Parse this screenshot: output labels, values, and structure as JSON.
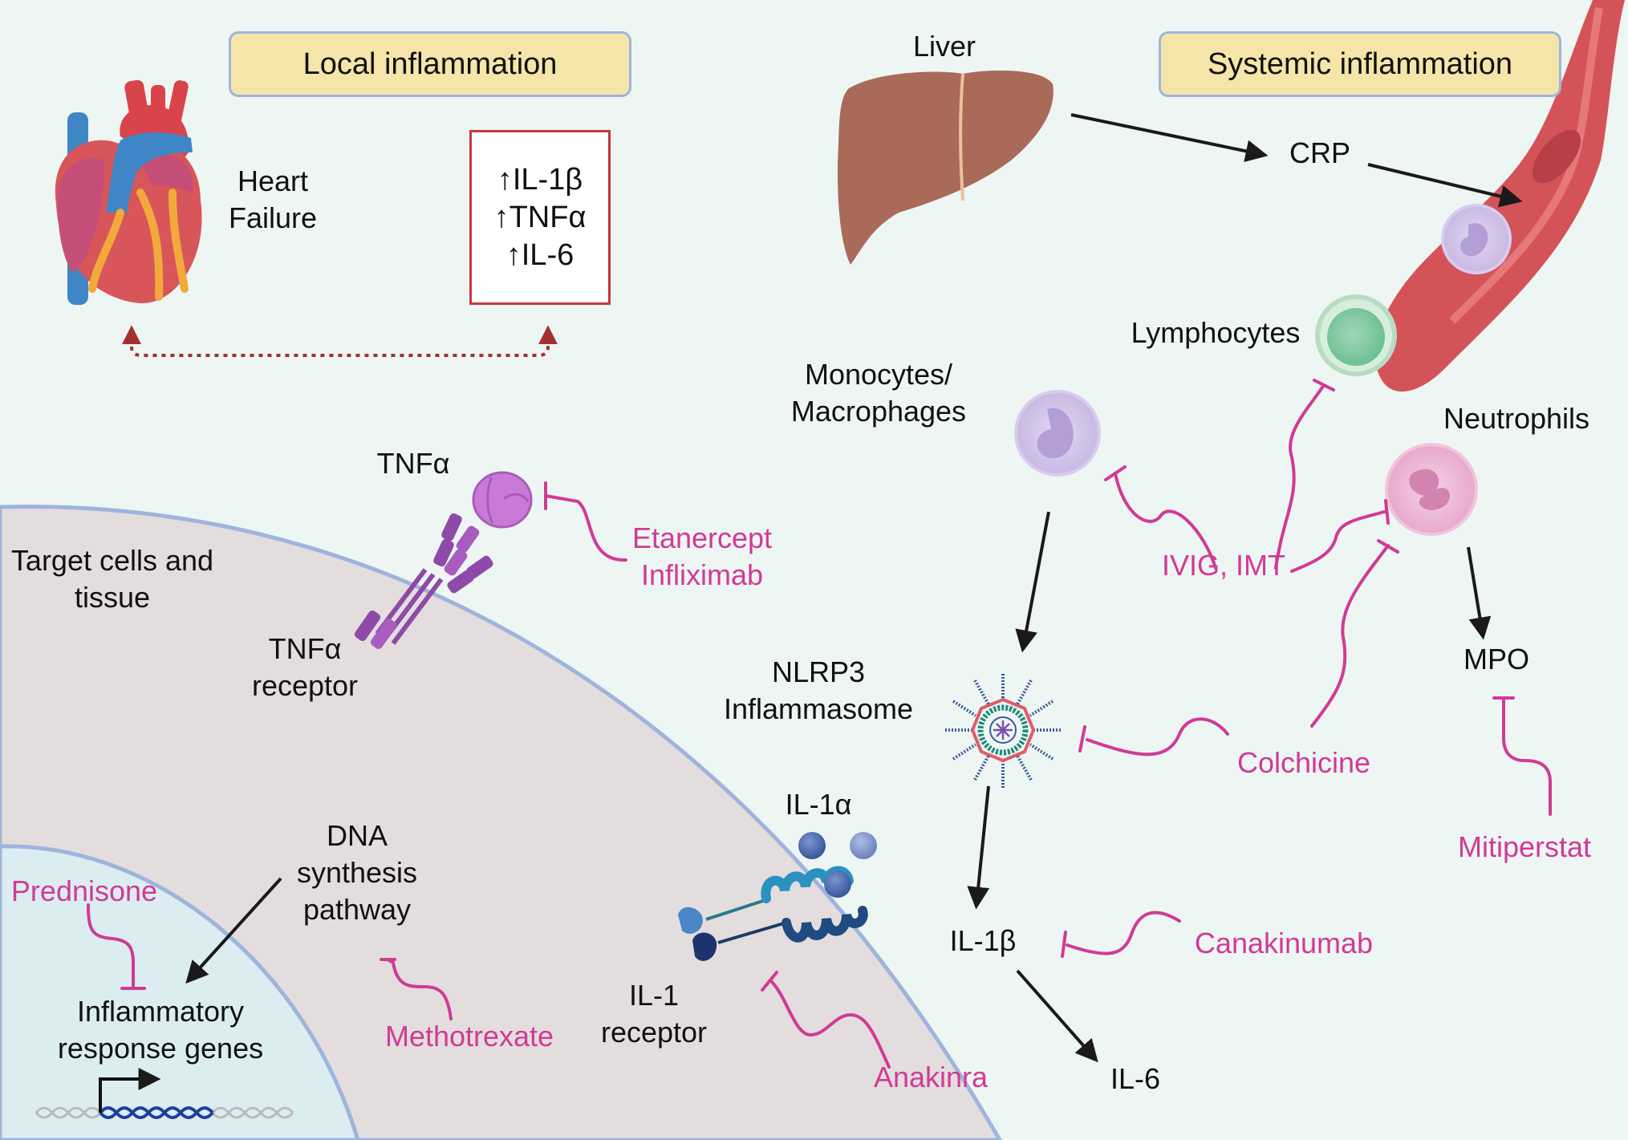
{
  "headers": {
    "local": "Local inflammation",
    "systemic": "Systemic inflammation"
  },
  "heart": {
    "label_line1": "Heart",
    "label_line2": "Failure"
  },
  "cytokine_box": {
    "items": [
      "↑IL-1β",
      "↑TNFα",
      "↑IL-6"
    ],
    "border_color": "#c8373a"
  },
  "systemic": {
    "liver": "Liver",
    "crp": "CRP",
    "lymphocytes": "Lymphocytes",
    "monocytes_line1": "Monocytes/",
    "monocytes_line2": "Macrophages",
    "neutrophils": "Neutrophils",
    "mpo": "MPO",
    "nlrp3_line1": "NLRP3",
    "nlrp3_line2": "Inflammasome",
    "il1b": "IL-1β",
    "il6": "IL-6",
    "il1a": "IL-1α"
  },
  "cell": {
    "target_line1": "Target cells and",
    "target_line2": "tissue",
    "tnfa": "TNFα",
    "tnfa_receptor_line1": "TNFα",
    "tnfa_receptor_line2": "receptor",
    "dna_line1": "DNA",
    "dna_line2": "synthesis",
    "dna_line3": "pathway",
    "genes_line1": "Inflammatory",
    "genes_line2": "response genes",
    "il1_receptor_line1": "IL-1",
    "il1_receptor_line2": "receptor"
  },
  "drugs": {
    "etanercept": "Etanercept",
    "infliximab": "Infliximab",
    "ivig": "IVIG, IMT",
    "colchicine": "Colchicine",
    "mitiperstat": "Mitiperstat",
    "canakinumab": "Canakinumab",
    "anakinra": "Anakinra",
    "methotrexate": "Methotrexate",
    "prednisone": "Prednisone"
  },
  "colors": {
    "background": "#eef6f3",
    "drug": "#d13a96",
    "header_fill": "#f6e5a8",
    "header_border": "#9fb4dd",
    "cell_fill": "#e3dedd",
    "nucleus_fill": "#dcedf2",
    "membrane": "#9fb4dd",
    "arrow": "#1a1a1a",
    "dotted_arrow": "#a3312d"
  }
}
